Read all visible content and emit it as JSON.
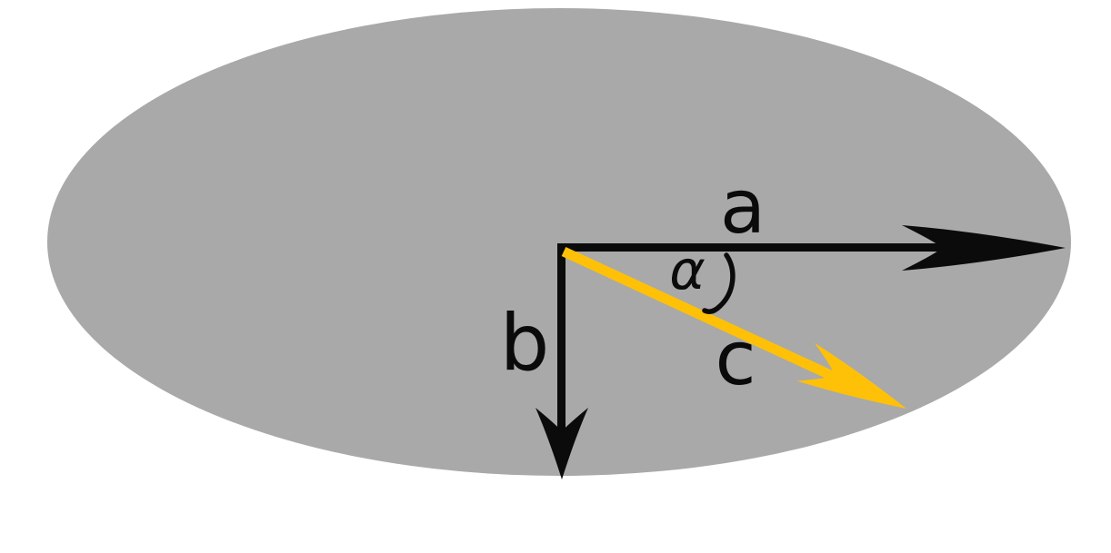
{
  "figure": {
    "labels": {
      "vector_a": "a",
      "vector_b": "b",
      "vector_c": "c",
      "angle_alpha": "α"
    },
    "colors": {
      "background": "#ffffff",
      "ellipse_fill": "#a9a9a9",
      "vector_black": "#0b0b0b",
      "vector_c_yellow": "#ffc107",
      "label_text": "#0b0b0b"
    }
  }
}
